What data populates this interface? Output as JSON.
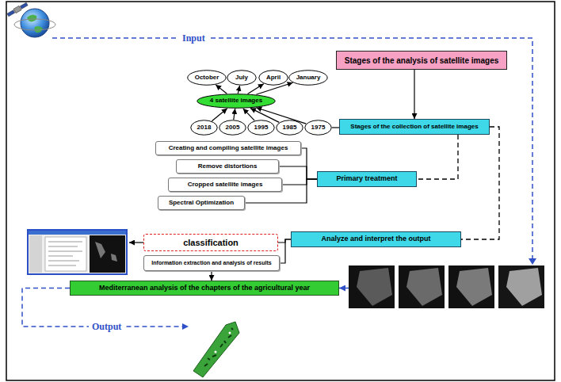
{
  "diagram": {
    "nodes": [
      {
        "text": [
          "Stages of the analysis of satellite images"
        ]
      },
      {
        "text": [
          "Stages of the collection of satellite images"
        ]
      },
      {
        "text": [
          "4 satellite images"
        ]
      },
      {
        "text": [
          "October"
        ]
      },
      {
        "text": [
          "July"
        ]
      },
      {
        "text": [
          "April"
        ]
      },
      {
        "text": [
          "January"
        ]
      },
      {
        "text": [
          "2018"
        ]
      },
      {
        "text": [
          "2005"
        ]
      },
      {
        "text": [
          "1995"
        ]
      },
      {
        "text": [
          "1985"
        ]
      },
      {
        "text": [
          "1975"
        ]
      },
      {
        "text": [
          "Creating and compiling satellite images"
        ]
      },
      {
        "text": [
          "Remove distortions"
        ]
      },
      {
        "text": [
          "Cropped satellite images"
        ]
      },
      {
        "text": [
          "Spectral Optimization"
        ]
      },
      {
        "text": [
          "Primary treatment"
        ]
      },
      {
        "text": [
          "classification"
        ]
      },
      {
        "text": [
          "Information extraction and analysis of results"
        ]
      },
      {
        "text": [
          "Analyze and interpret the output"
        ]
      },
      {
        "text": [
          "Mediterranean analysis of the chapters of the agricultural year"
        ]
      }
    ],
    "edges": [
      {
        "from": 0,
        "to": 1,
        "arrow": "to"
      },
      {
        "from": 7,
        "to": 2,
        "arrow": "to"
      },
      {
        "from": 8,
        "to": 2,
        "arrow": "to"
      },
      {
        "from": 9,
        "to": 2,
        "arrow": "to"
      },
      {
        "from": 10,
        "to": 2,
        "arrow": "to"
      },
      {
        "from": 11,
        "to": 2,
        "arrow": "to"
      },
      {
        "from": 2,
        "to": 3,
        "arrow": "to"
      },
      {
        "from": 2,
        "to": 4,
        "arrow": "to"
      },
      {
        "from": 2,
        "to": 5,
        "arrow": "to"
      },
      {
        "from": 2,
        "to": 6,
        "arrow": "to"
      },
      {
        "from": 11,
        "to": 1,
        "arrow": "none"
      },
      {
        "from": 1,
        "to": 16,
        "arrow": "none"
      },
      {
        "from": 1,
        "to": 19,
        "arrow": "none"
      },
      {
        "from": 12,
        "to": 16,
        "arrow": "none"
      },
      {
        "from": 13,
        "to": 16,
        "arrow": "none"
      },
      {
        "from": 14,
        "to": 16,
        "arrow": "none"
      },
      {
        "from": 15,
        "to": 16,
        "arrow": "none"
      },
      {
        "from": 17,
        "to": 19,
        "arrow": "none"
      },
      {
        "from": 18,
        "to": 19,
        "arrow": "none"
      },
      {
        "from": 18,
        "to": 20,
        "arrow": "to"
      }
    ],
    "labels": [
      "Input",
      "Output"
    ]
  }
}
